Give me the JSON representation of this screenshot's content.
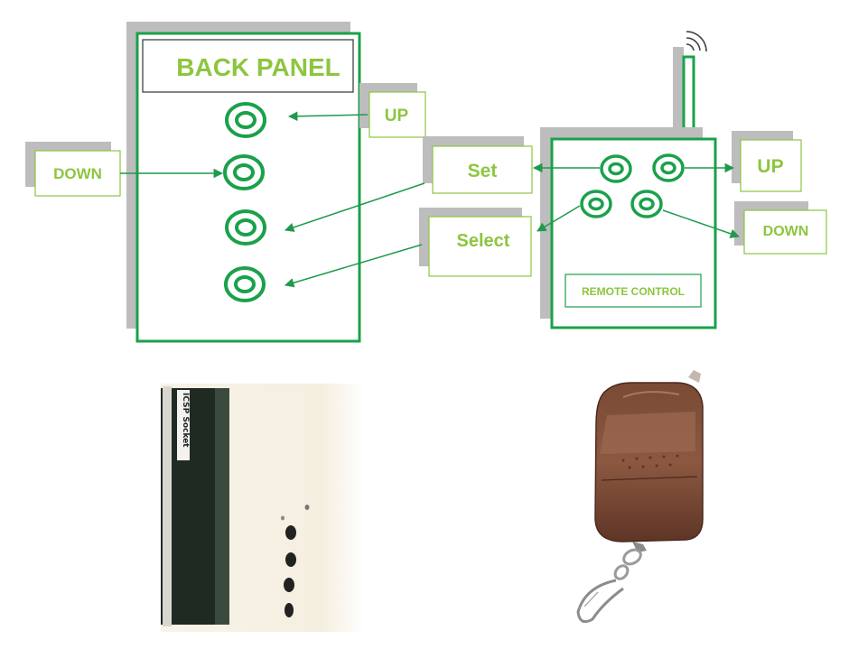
{
  "colors": {
    "panel_stroke": "#1aa14a",
    "label_green": "#8cc63f",
    "shadow": "#bdbdbd",
    "arrow": "#1f9a4c"
  },
  "back_panel": {
    "title": "BACK PANEL",
    "button_count": 4
  },
  "labels": {
    "left_down": "DOWN",
    "left_up": "UP",
    "set": "Set",
    "select": "Select",
    "right_up": "UP",
    "right_down": "DOWN"
  },
  "remote": {
    "title": "REMOTE CONTROL",
    "button_count": 4
  },
  "photos": {
    "back_panel_photo_label": "ICSP Socket"
  },
  "icons": [
    "wireless-signal-icon",
    "antenna-icon",
    "keychain-remote-icon"
  ]
}
